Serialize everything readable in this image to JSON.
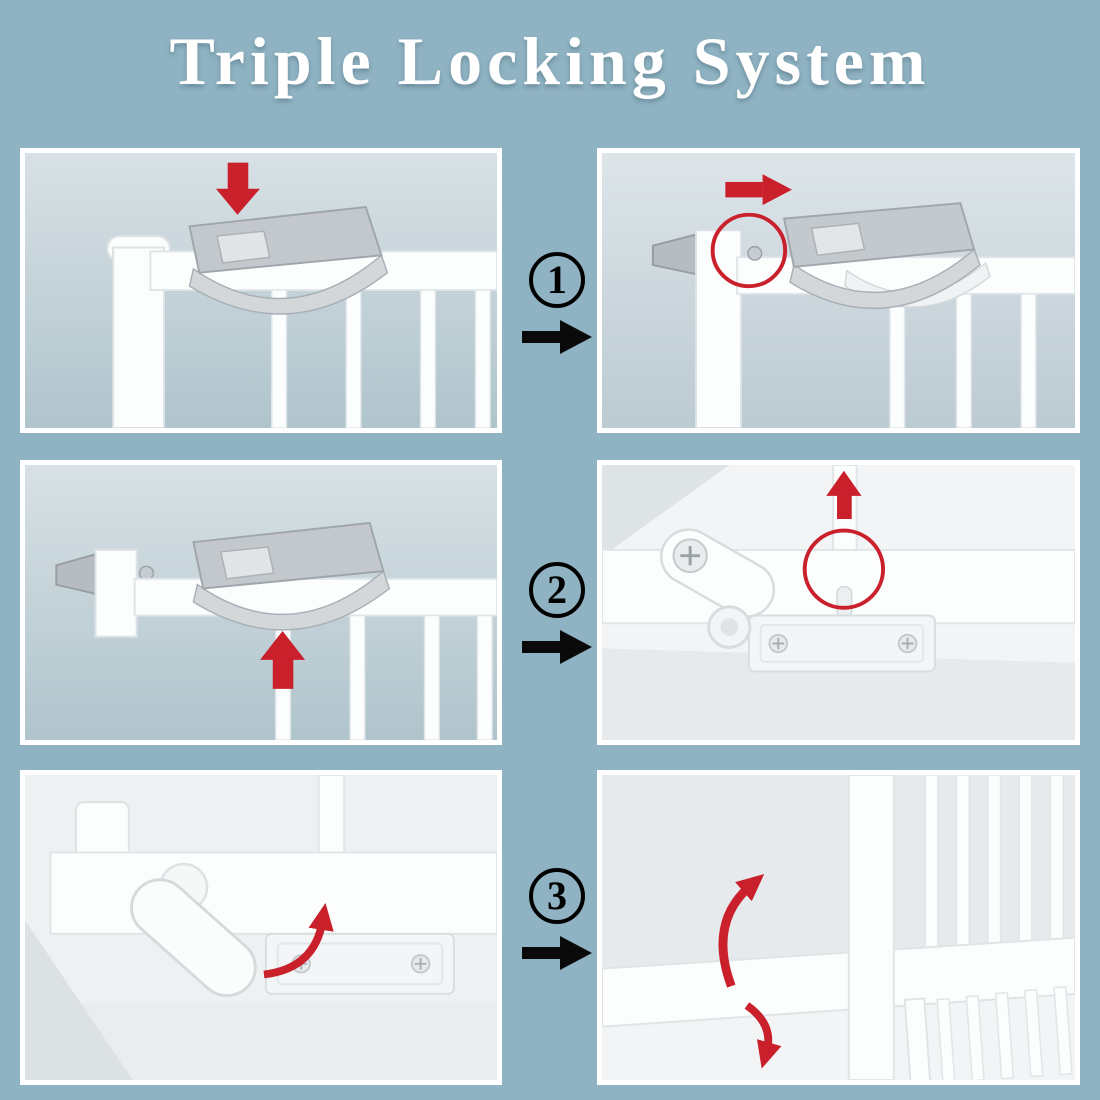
{
  "title": "Triple Locking System",
  "steps": [
    {
      "number": "1"
    },
    {
      "number": "2"
    },
    {
      "number": "3"
    }
  ],
  "colors": {
    "page_background": "#8fb3c2",
    "accent_red": "#c9202c",
    "step_marker_black": "#000000",
    "panel_border": "#ffffff",
    "title_white": "#ffffff"
  }
}
